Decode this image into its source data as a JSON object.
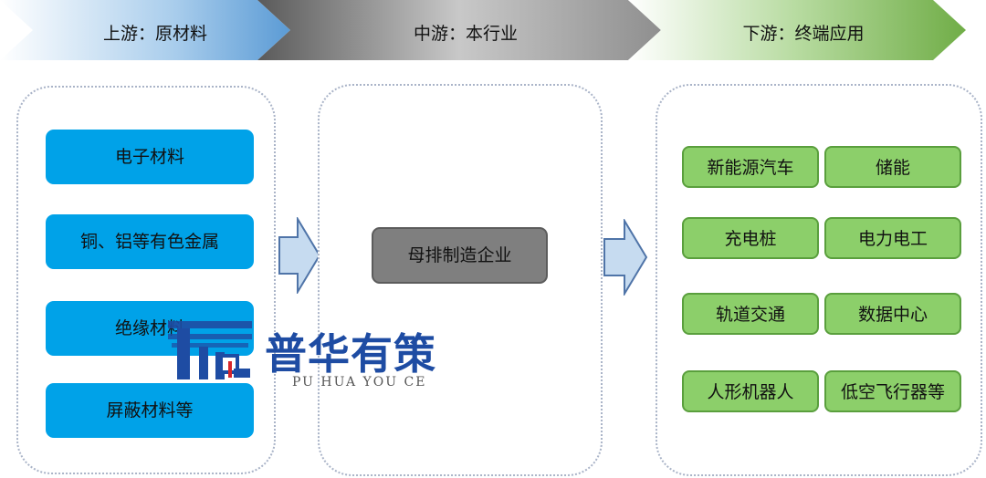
{
  "header": {
    "upstream": "上游：原材料",
    "midstream": "中游：本行业",
    "downstream": "下游：终端应用",
    "colors": {
      "upstream": "#5b9bd5",
      "midstream": "#8c8c8c",
      "downstream": "#70ad47"
    }
  },
  "upstream": {
    "items": [
      "电子材料",
      "铜、铝等有色金属",
      "绝缘材料",
      "屏蔽材料等"
    ]
  },
  "midstream": {
    "item": "母排制造企业"
  },
  "downstream": {
    "items": [
      "新能源汽车",
      "储能",
      "充电桩",
      "电力电工",
      "轨道交通",
      "数据中心",
      "人形机器人",
      "低空飞行器等"
    ]
  },
  "watermark": {
    "title": "普华有策",
    "subtitle": "PU HUA YOU CE"
  }
}
